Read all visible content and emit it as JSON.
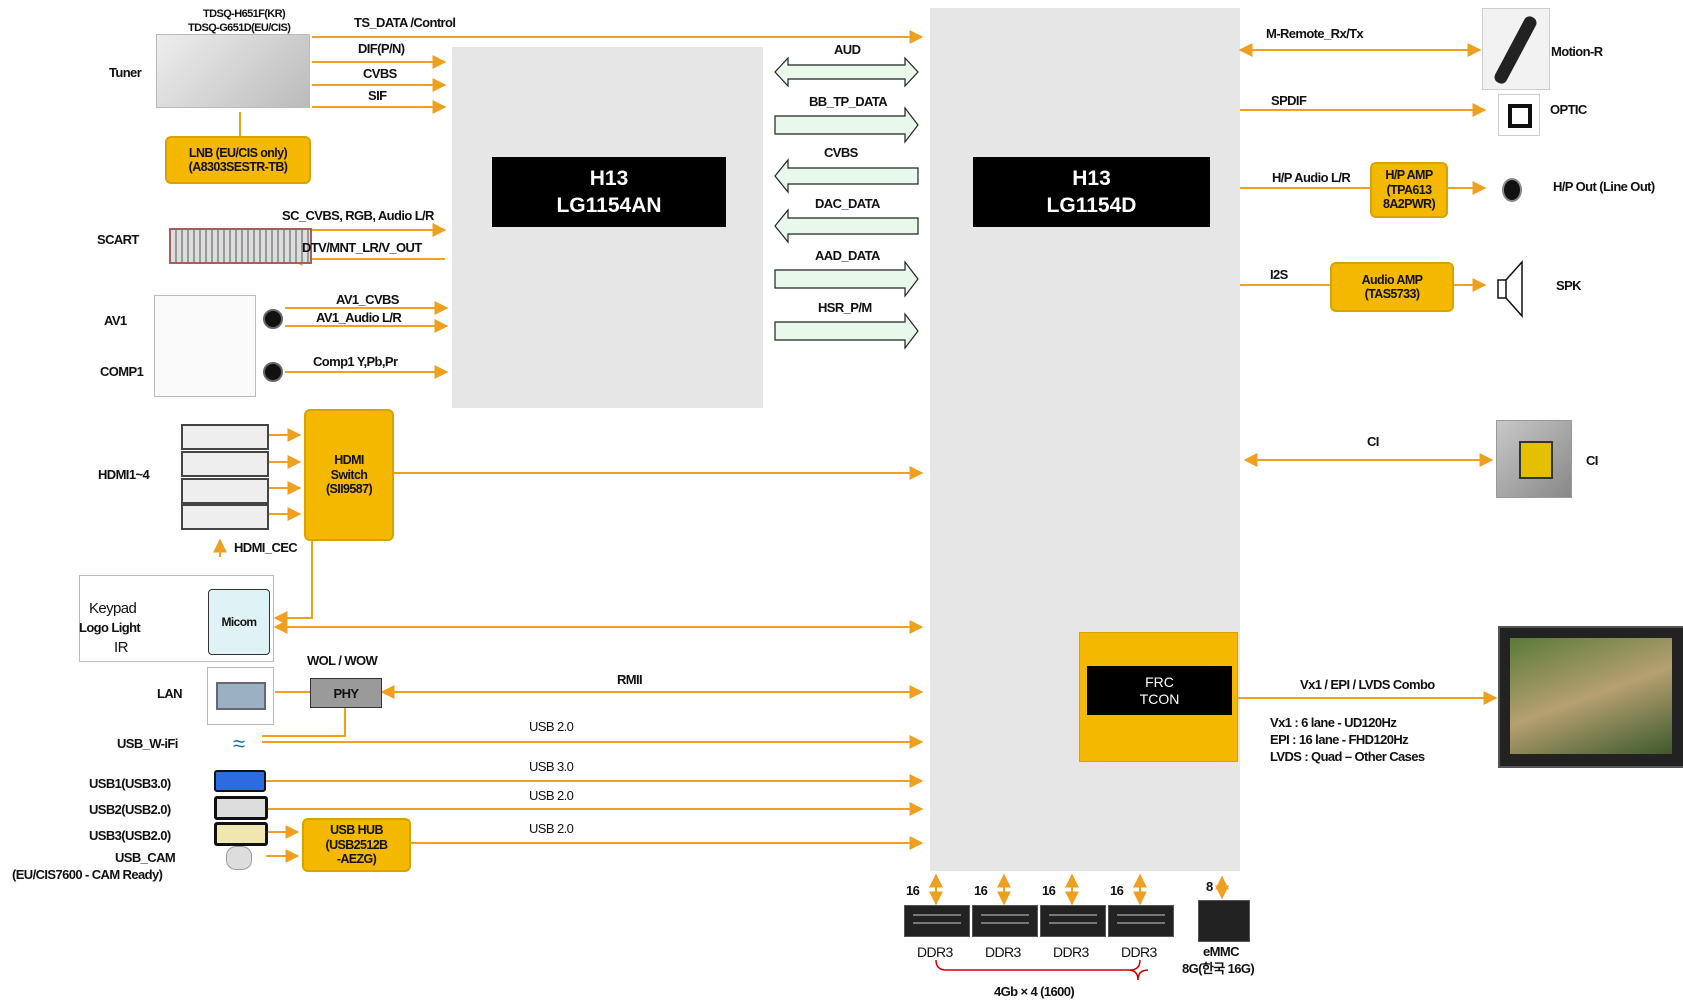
{
  "chips": {
    "frontend": {
      "line1": "H13",
      "line2": "LG1154AN"
    },
    "backend": {
      "line1": "H13",
      "line2": "LG1154D"
    },
    "frc": {
      "line1": "FRC",
      "line2": "TCON"
    }
  },
  "tuner": {
    "label": "Tuner",
    "model_kr": "TDSQ-H651F(KR)",
    "model_eu": "TDSQ-G651D(EU/CIS)",
    "lnb_line1": "LNB (EU/CIS only)",
    "lnb_line2": "(A8303SESTR-TB)"
  },
  "inputs": {
    "scart": "SCART",
    "av1": "AV1",
    "comp1": "COMP1",
    "hdmi": "HDMI1~4",
    "hdmi_switch": [
      "HDMI",
      "Switch",
      "(SII9587)"
    ],
    "hdmi_cec": "HDMI_CEC",
    "keypad": "Keypad",
    "logo_light": "Logo Light",
    "ir": "IR",
    "micom": "Micom",
    "lan": "LAN",
    "wol": "WOL / WOW",
    "phy": "PHY",
    "usb_wifi": "USB_W-iFi",
    "usb1": "USB1(USB3.0)",
    "usb2": "USB2(USB2.0)",
    "usb3": "USB3(USB2.0)",
    "usb_cam": "USB_CAM",
    "usb_cam_note": "(EU/CIS7600 - CAM Ready)",
    "usb_hub": [
      "USB HUB",
      "(USB2512B",
      "-AEZG)"
    ]
  },
  "signals": {
    "ts_data": "TS_DATA /Control",
    "dif": "DIF(P/N)",
    "cvbs": "CVBS",
    "sif": "SIF",
    "sc": "SC_CVBS, RGB, Audio L/R",
    "dtv": "DTV/MNT_LR/V_OUT",
    "av1_cvbs": "AV1_CVBS",
    "av1_audio": "AV1_Audio L/R",
    "comp1": "Comp1 Y,Pb,Pr",
    "aud": "AUD",
    "bb_tp": "BB_TP_DATA",
    "cvbs2": "CVBS",
    "dac": "DAC_DATA",
    "aad": "AAD_DATA",
    "hsr": "HSR_P/M",
    "rmii": "RMII",
    "usb20a": "USB 2.0",
    "usb30": "USB 3.0",
    "usb20b": "USB 2.0",
    "usb20c": "USB 2.0"
  },
  "outputs": {
    "m_remote": "M-Remote_Rx/Tx",
    "motion_r": "Motion-R",
    "spdif": "SPDIF",
    "optic": "OPTIC",
    "hp_audio": "H/P Audio L/R",
    "hp_amp": [
      "H/P AMP",
      "(TPA613",
      "8A2PWR)"
    ],
    "hp_out": "H/P Out (Line Out)",
    "i2s": "I2S",
    "audio_amp": [
      "Audio AMP",
      "(TAS5733)"
    ],
    "spk": "SPK",
    "ci_signal": "CI",
    "ci": "CI",
    "vx1": "Vx1 / EPI / LVDS Combo",
    "vx1_note1": "Vx1 : 6 lane    - UD120Hz",
    "vx1_note2": "EPI : 16 lane   - FHD120Hz",
    "vx1_note3": "LVDS :  Quad – Other Cases"
  },
  "memory": {
    "ddr_width": "16",
    "ddr_label": "DDR3",
    "emmc_width": "8",
    "emmc_label": "eMMC",
    "emmc_size": "8G(한국 16G)",
    "ddr_total": "4Gb × 4 (1600)"
  },
  "colors": {
    "wire": "#f0a020",
    "chip": "#e6e6e6",
    "accent": "#f5b800",
    "bus": "#e8f8ea",
    "bus_stroke": "#222222"
  }
}
